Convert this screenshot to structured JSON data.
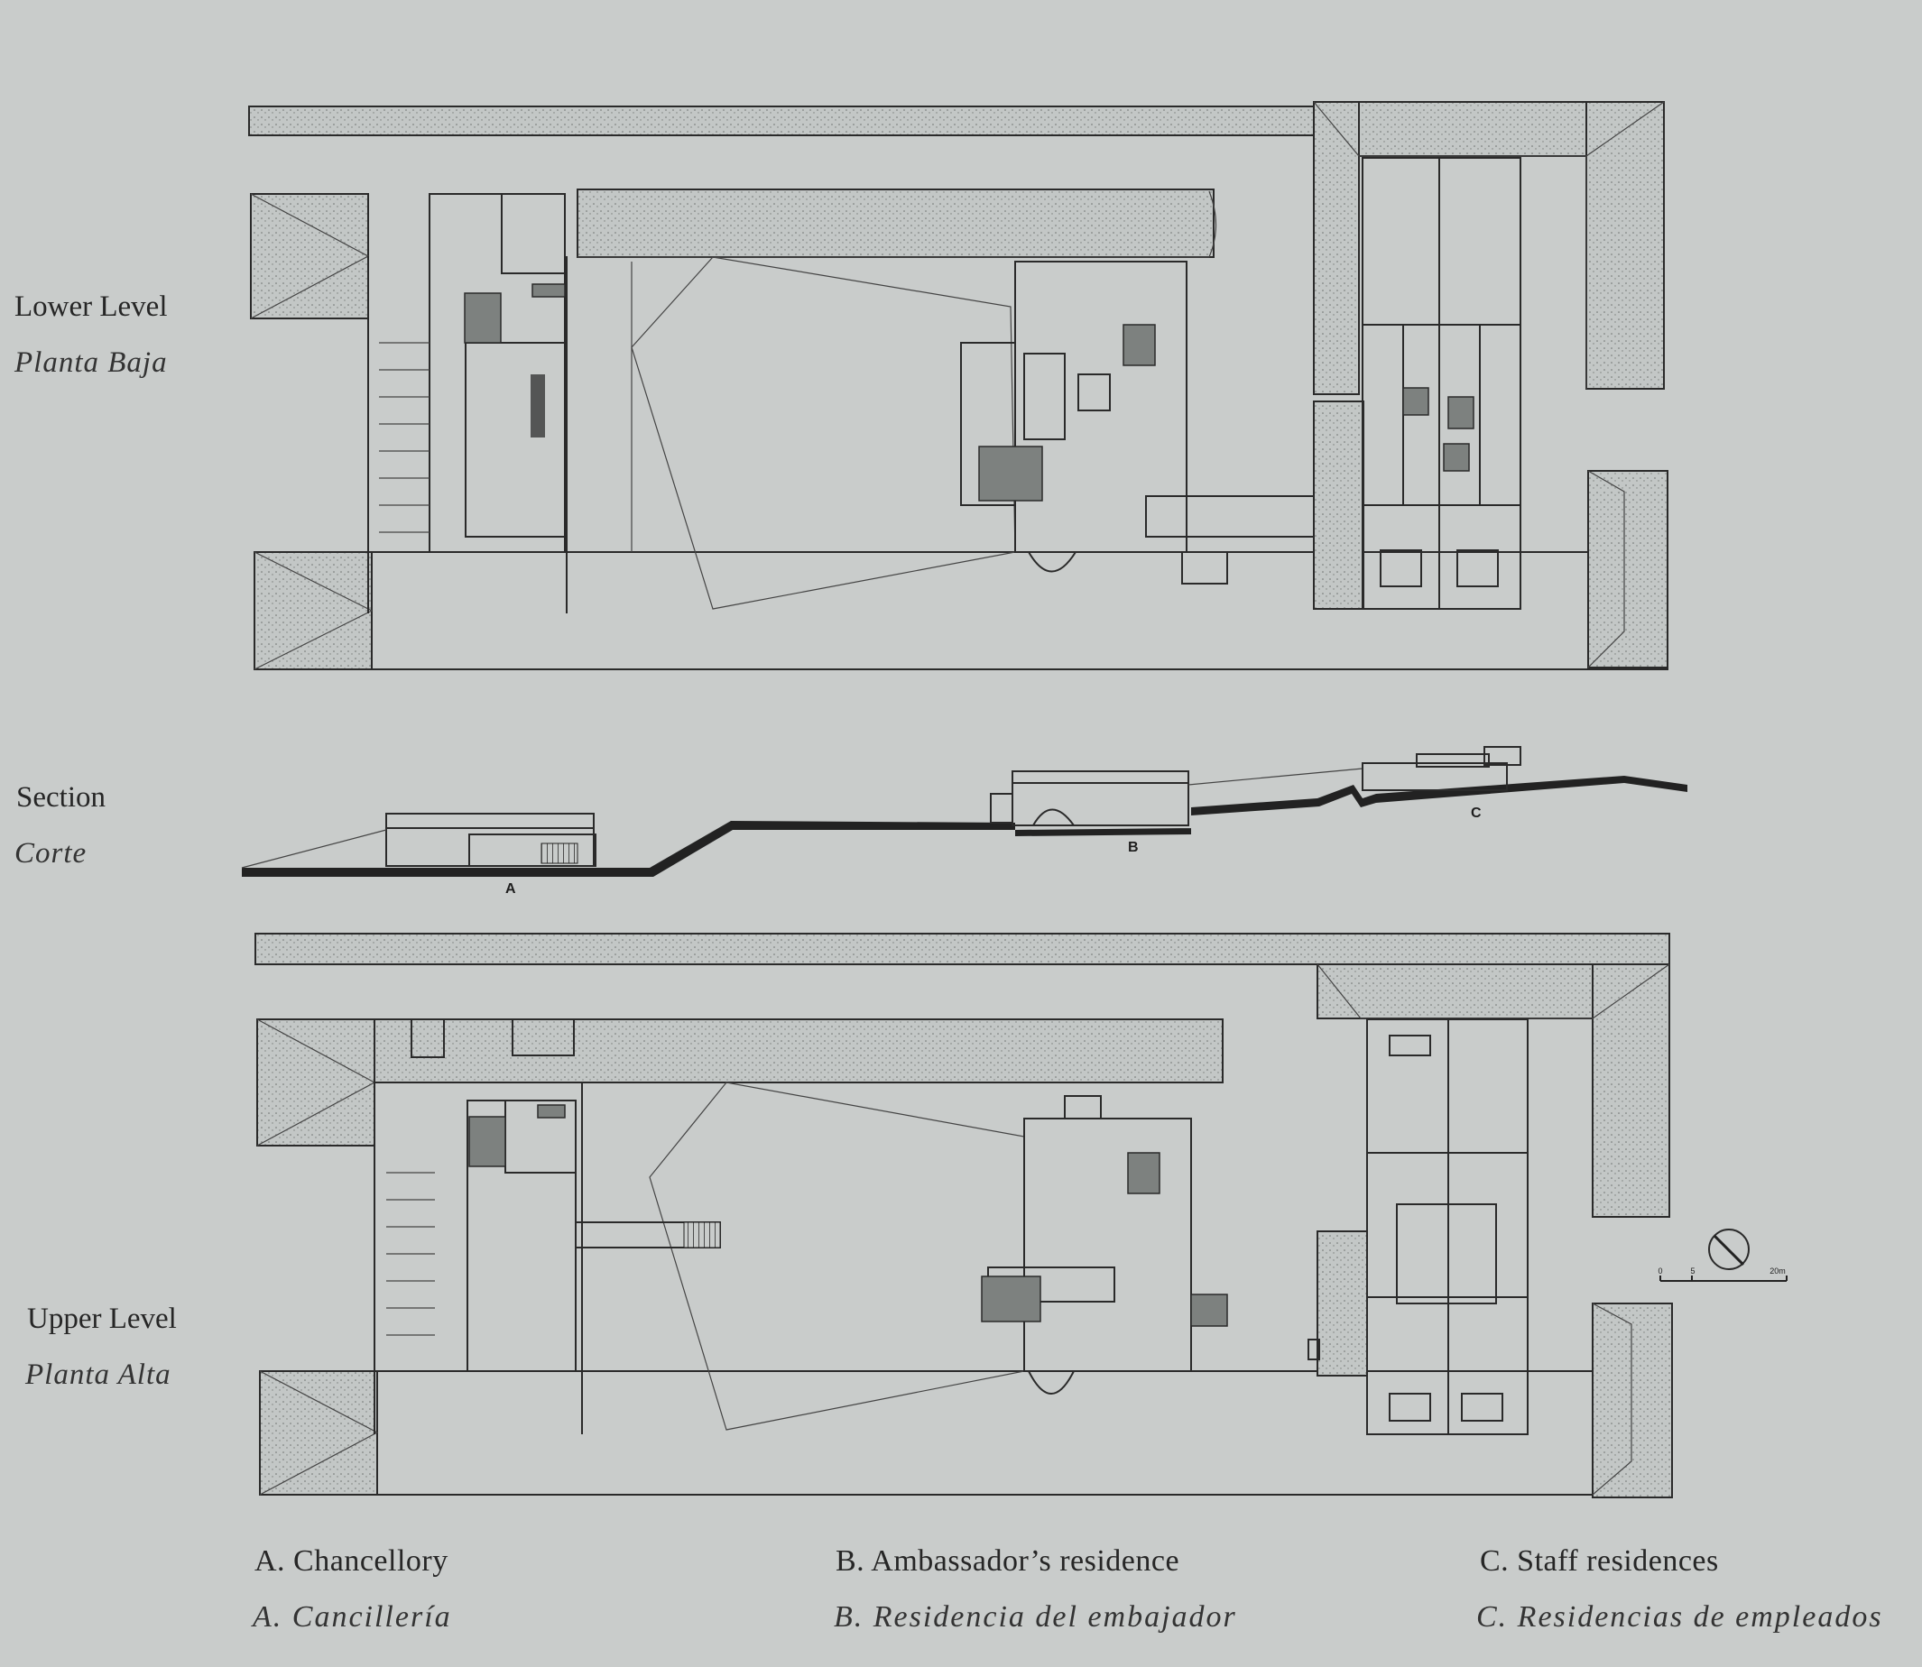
{
  "levels": {
    "lower": {
      "title": "Lower Level",
      "subtitle": "Planta Baja"
    },
    "section": {
      "title": "Section",
      "subtitle": "Corte"
    },
    "upper": {
      "title": "Upper Level",
      "subtitle": "Planta Alta"
    }
  },
  "section_markers": {
    "a": "A",
    "b": "B",
    "c": "C"
  },
  "scale_bar": {
    "ticks": [
      "0",
      "5",
      "20m"
    ]
  },
  "legend": {
    "a": {
      "en": "A. Chancellory",
      "es": "A. Cancillería"
    },
    "b": {
      "en": "B. Ambassador’s residence",
      "es": "B. Residencia del embajador"
    },
    "c": {
      "en": "C. Staff residences",
      "es": "C. Residencias de empleados"
    }
  }
}
